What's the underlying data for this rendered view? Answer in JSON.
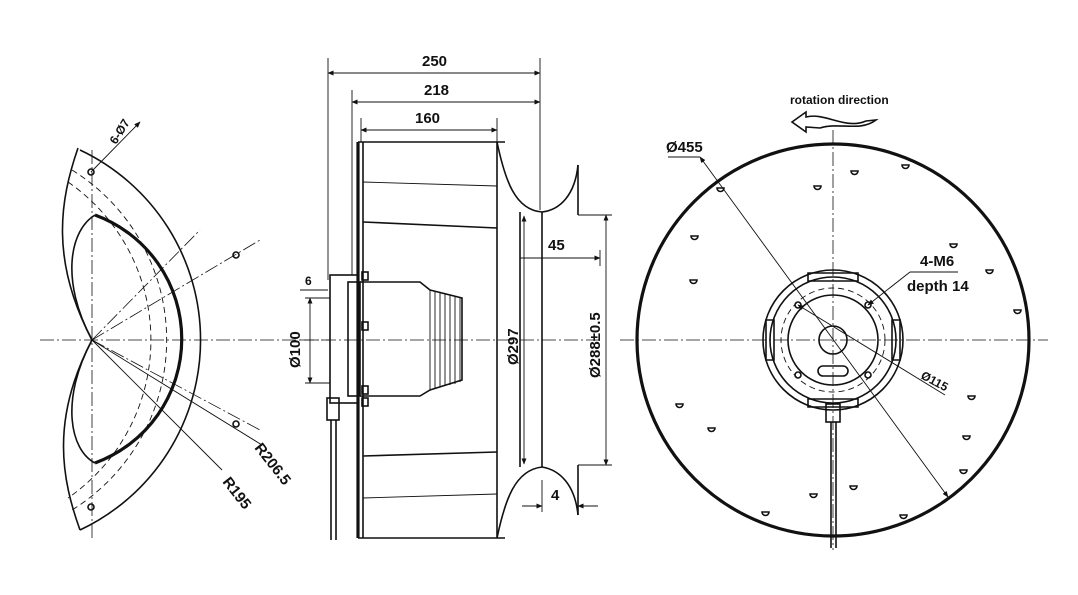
{
  "dimensions": {
    "overall_width": "250",
    "width_218": "218",
    "width_160": "160",
    "inlet_depth": "45",
    "shaft_offset": "6",
    "hub_dia": "Ø100",
    "inlet_dia": "Ø297",
    "mount_dia": "Ø288±0.5",
    "flange_gap": "4",
    "hole_spec": "6-Ø7",
    "r_outer": "R206.5",
    "r_inner": "R195",
    "impeller_dia": "Ø455",
    "thread_spec": "4-M6",
    "thread_depth": "depth 14",
    "motor_bolt_circle": "Ø115"
  },
  "labels": {
    "rotation": "rotation direction"
  }
}
